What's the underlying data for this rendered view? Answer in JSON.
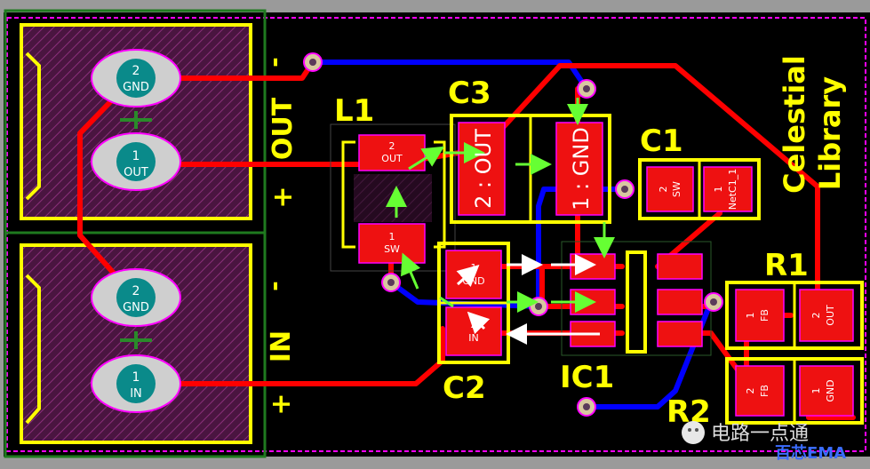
{
  "board": {
    "title_line1": "Celestial",
    "title_line2": "Library"
  },
  "connectors": {
    "out": {
      "label": "OUT",
      "minus": "-",
      "plus": "+",
      "pad2_num": "2",
      "pad2_net": "GND",
      "pad1_num": "1",
      "pad1_net": "OUT"
    },
    "in": {
      "label": "IN",
      "minus": "-",
      "plus": "+",
      "pad2_num": "2",
      "pad2_net": "GND",
      "pad1_num": "1",
      "pad1_net": "IN"
    }
  },
  "components": {
    "L1": {
      "ref": "L1",
      "pad2_num": "2",
      "pad2_net": "OUT",
      "pad1_num": "1",
      "pad1_net": "SW"
    },
    "C3": {
      "ref": "C3",
      "pad2": "2 : OUT",
      "pad1": "1 : GND"
    },
    "C1": {
      "ref": "C1",
      "pad2_num": "2",
      "pad2_net": "SW",
      "pad1_num": "1",
      "pad1_net": "NetC1_1"
    },
    "C2": {
      "ref": "C2",
      "pad1_num": "1",
      "pad1_net": "GND",
      "pad2_num": "2",
      "pad2_net": "IN"
    },
    "IC1": {
      "ref": "IC1"
    },
    "R1": {
      "ref": "R1",
      "pad1_num": "1",
      "pad1_net": "FB",
      "pad2_num": "2",
      "pad2_net": "OUT"
    },
    "R2": {
      "ref": "R2",
      "pad2_num": "2",
      "pad2_net": "FB",
      "pad1_num": "1",
      "pad1_net": "GND"
    }
  },
  "watermark": {
    "channel": "电路一点通",
    "brand": "百芯EMA"
  },
  "colors": {
    "background": "#000000",
    "top_copper": "#ff0000",
    "bottom_copper": "#0000ff",
    "silkscreen": "#ffff00",
    "ratsnest": "#66ff33",
    "outline": "#ff00ff",
    "keepout": "#1f7a1f"
  }
}
